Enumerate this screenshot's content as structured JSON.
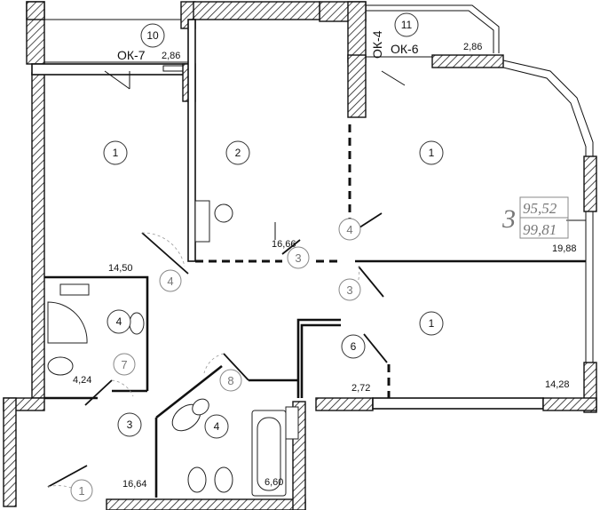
{
  "rooms": [
    {
      "id": "r-left-bedroom",
      "label": "1",
      "area": "14,50"
    },
    {
      "id": "r-middle",
      "label": "2",
      "area": "16,66"
    },
    {
      "id": "r-right-top",
      "label": "1",
      "area": "19,88"
    },
    {
      "id": "r-right-bottom",
      "label": "1",
      "area": "14,28"
    },
    {
      "id": "r-bath-left",
      "label": "4",
      "area": "4,24"
    },
    {
      "id": "r-hall",
      "label": "3",
      "area": "16,64"
    },
    {
      "id": "r-bath-center",
      "label": "4",
      "area": "6,60"
    },
    {
      "id": "r-closet",
      "label": "6",
      "area": "2,72"
    }
  ],
  "balconies": [
    {
      "label": "10",
      "area": "2,86",
      "window": "ОК-7"
    },
    {
      "label": "11",
      "area": "2,86",
      "window": "ОК-6"
    }
  ],
  "window_vertical": "ОК-4",
  "door_labels": {
    "left_bedroom": "4",
    "corridor": "3",
    "middle_door": "4",
    "right_door": "3",
    "bath_left": "7",
    "bath_center": "8",
    "entrance": "1"
  },
  "apartment": {
    "rooms_count": "3",
    "living_area": "95,52",
    "total_area": "99,81"
  }
}
